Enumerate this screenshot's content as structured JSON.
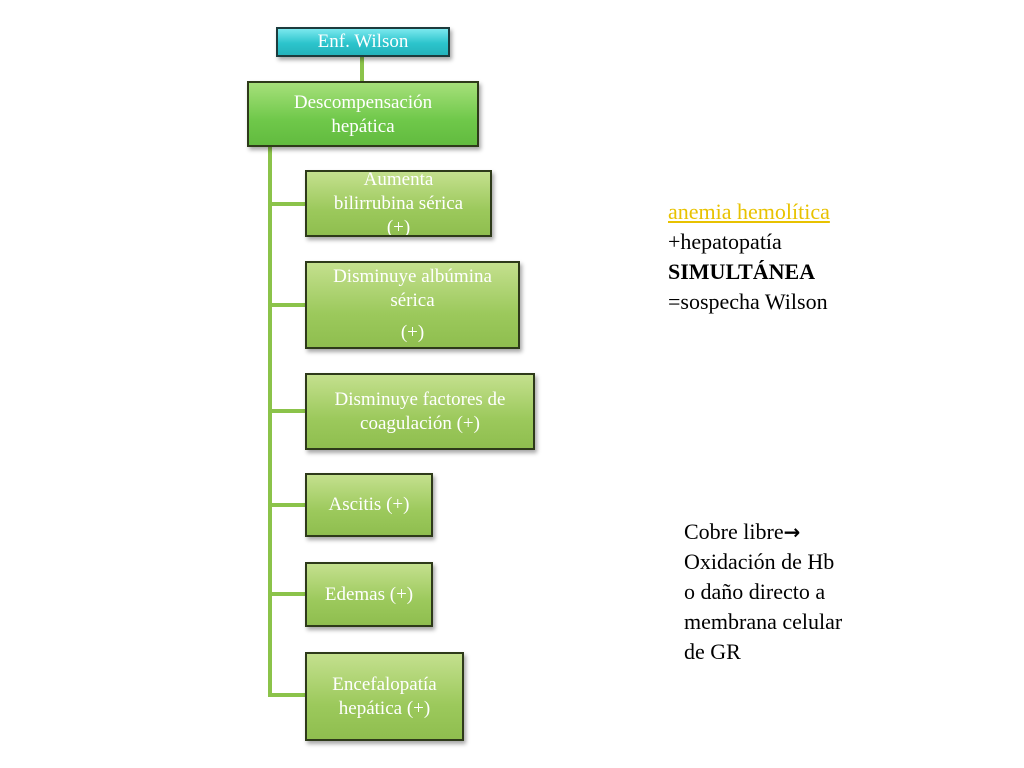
{
  "diagram": {
    "root": {
      "label": "Enf. Wilson"
    },
    "main": {
      "lines": [
        "Descompensación",
        "hepática"
      ]
    },
    "children": [
      {
        "lines": [
          "Aumenta",
          "bilirrubina sérica",
          "(+)"
        ]
      },
      {
        "lines": [
          "Disminuye albúmina",
          "sérica"
        ],
        "extra": "(+)"
      },
      {
        "lines": [
          "Disminuye factores de",
          "coagulación (+)"
        ]
      },
      {
        "lines": [
          "Ascitis (+)"
        ]
      },
      {
        "lines": [
          "Edemas (+)"
        ]
      },
      {
        "lines": [
          "Encefalopatía",
          "hepática (+)"
        ]
      }
    ]
  },
  "note_hemolysis": {
    "link": "anemia hemolítica",
    "line2": "+hepatopatía",
    "line3": "SIMULTÁNEA",
    "line4": "=sospecha Wilson"
  },
  "note_copper": {
    "line1": "Cobre libre",
    "arrow": "→",
    "line2": "Oxidación de Hb",
    "line3": "o daño directo a",
    "line4": "membrana celular",
    "line5": "de GR"
  }
}
